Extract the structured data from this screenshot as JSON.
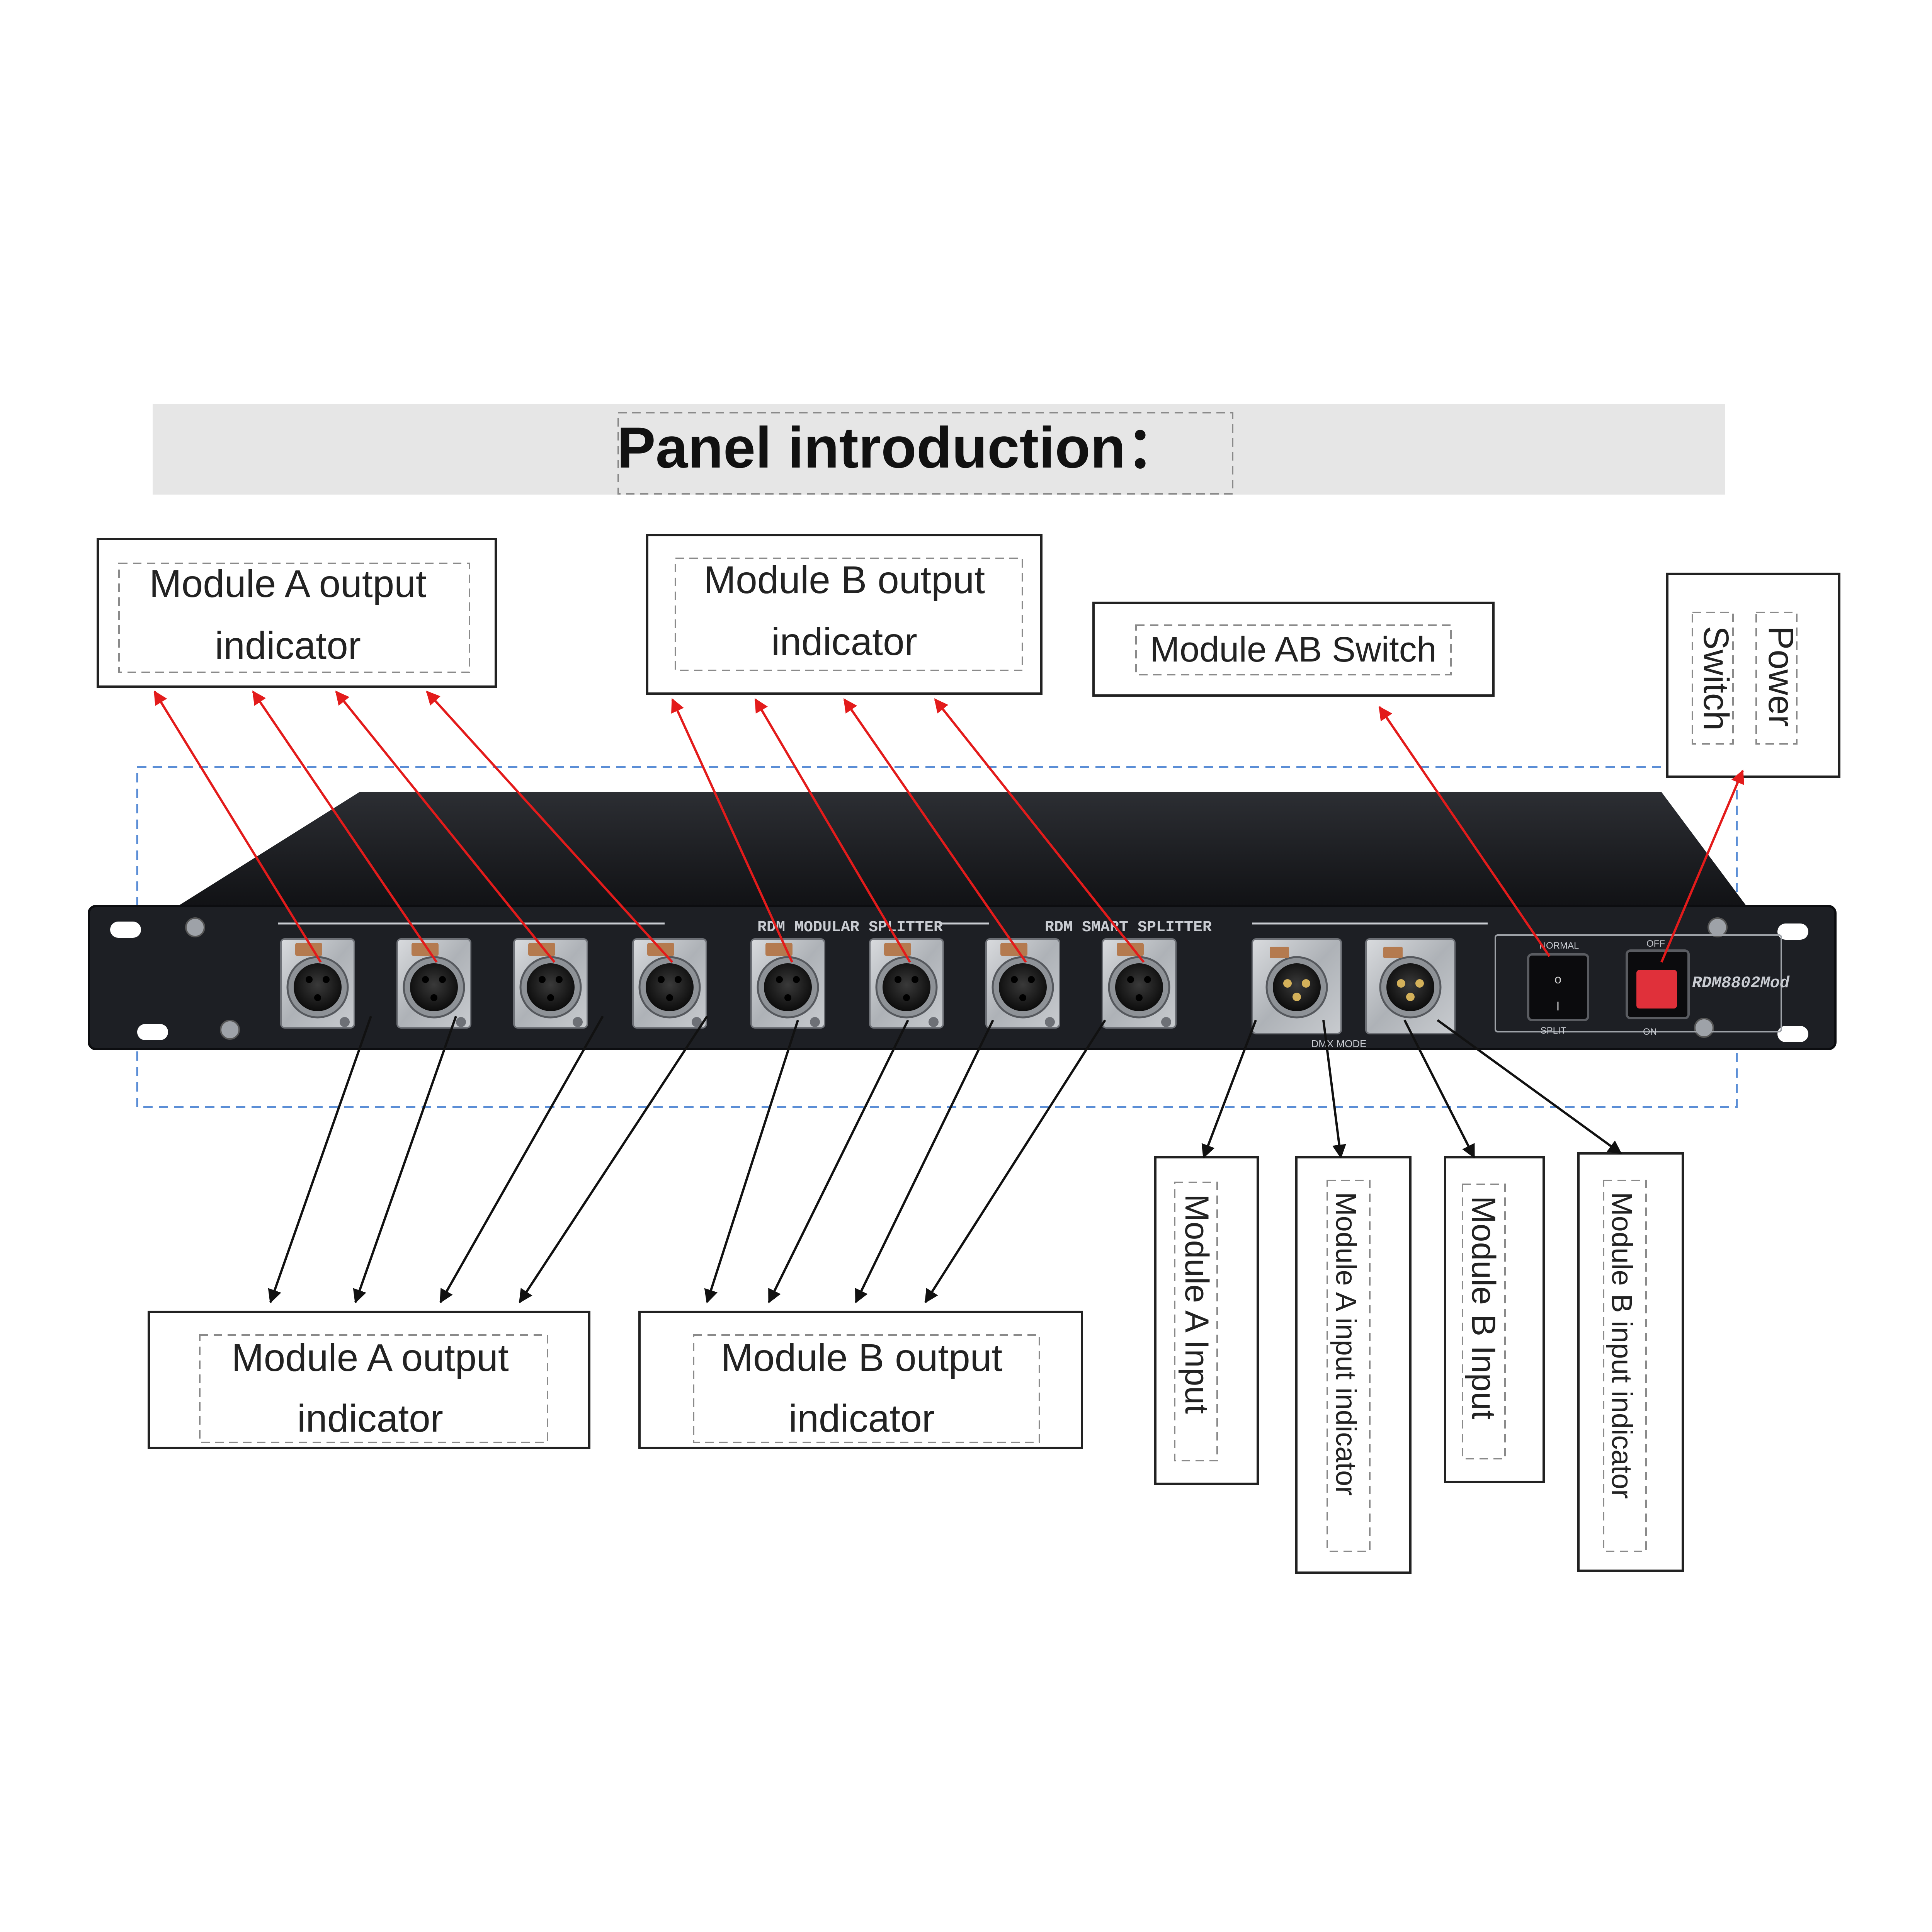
{
  "title": "Panel introduction：",
  "device": {
    "left_section_label": "RDM MODULAR SPLITTER",
    "right_section_label": "RDM SMART SPLITTER",
    "model": "RDM8802Mod",
    "switch_top_label": "NORMAL",
    "switch_bottom_label": "SPLIT",
    "power_top_label": "OFF",
    "power_bottom_label": "ON",
    "dmx_mode_label": "DMX MODE",
    "power_lamp_color": "#e0303a"
  },
  "callouts": {
    "module_a_output_top": [
      "Module A output",
      "indicator"
    ],
    "module_b_output_top": [
      "Module B output",
      "indicator"
    ],
    "module_ab_switch": "Module AB Switch",
    "power_switch": [
      "Power",
      "Switch"
    ],
    "module_a_output_bottom": [
      "Module A output",
      "indicator"
    ],
    "module_b_output_bottom": [
      "Module B output",
      "indicator"
    ],
    "module_a_input": "Module A Input",
    "module_a_input_indicator": "Module A input indicator",
    "module_b_input": "Module B Input",
    "module_b_input_indicator": "Module B input indicator"
  },
  "colors": {
    "indicator_arrow": "#e31b1b",
    "port_arrow": "#111111",
    "panel_body": "#1f2126",
    "panel_outline": "#5b8ed6"
  }
}
